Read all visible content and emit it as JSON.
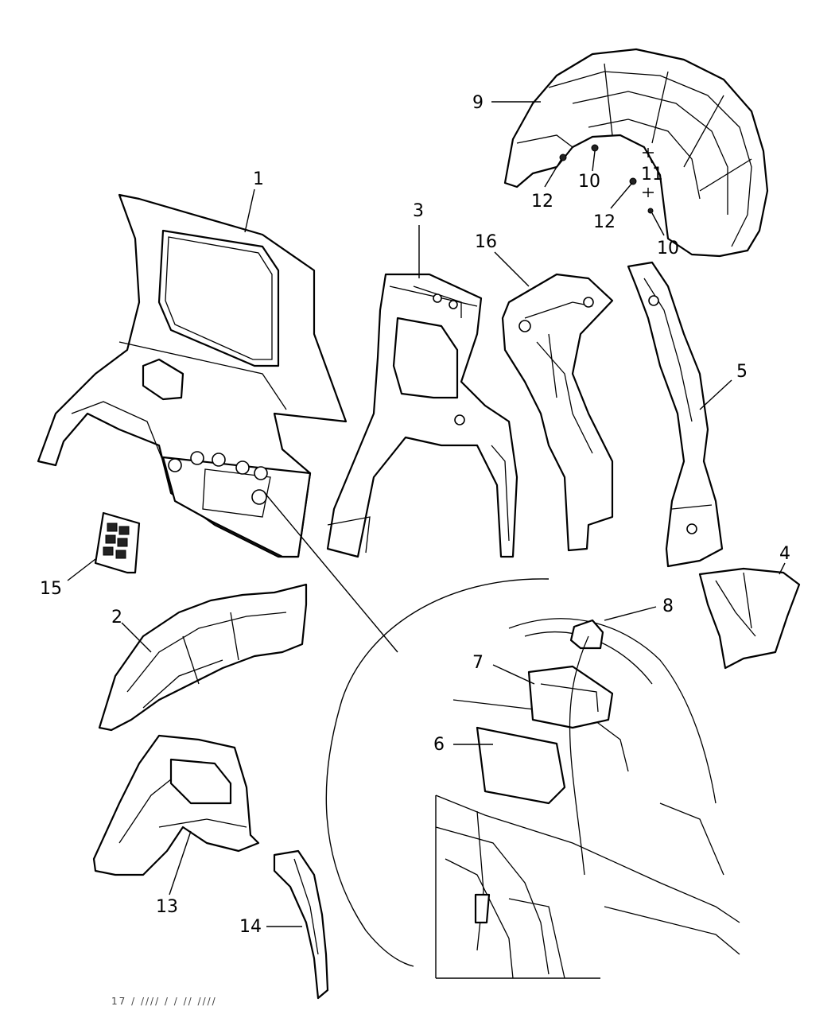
{
  "diagram": {
    "callouts": {
      "p1": "1",
      "p2": "2",
      "p3": "3",
      "p4": "4",
      "p5": "5",
      "p6": "6",
      "p7": "7",
      "p8": "8",
      "p9": "9",
      "p10a": "10",
      "p10b": "10",
      "p11": "11",
      "p12a": "12",
      "p12b": "12",
      "p13": "13",
      "p14": "14",
      "p15": "15",
      "p16": "16"
    },
    "footer_text": "17  /  ////  /  /  //  ////"
  }
}
